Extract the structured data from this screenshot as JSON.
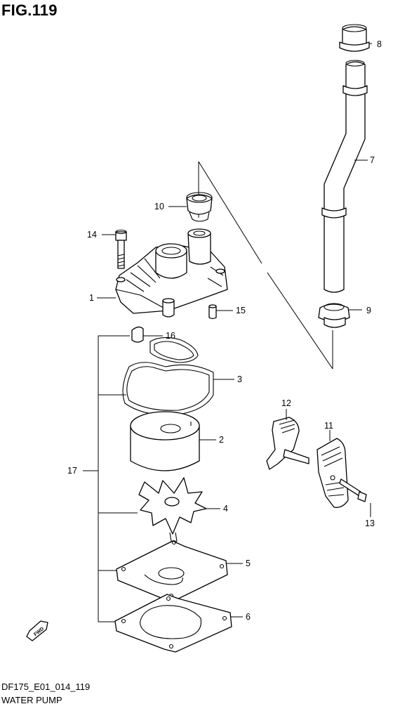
{
  "figure": {
    "title": "FIG.119",
    "code": "DF175_E01_014_119",
    "name": "WATER PUMP"
  },
  "fwd_label": "FWD",
  "callouts": [
    "1",
    "2",
    "3",
    "4",
    "5",
    "6",
    "7",
    "8",
    "9",
    "10",
    "11",
    "12",
    "13",
    "14",
    "15",
    "16",
    "17"
  ]
}
